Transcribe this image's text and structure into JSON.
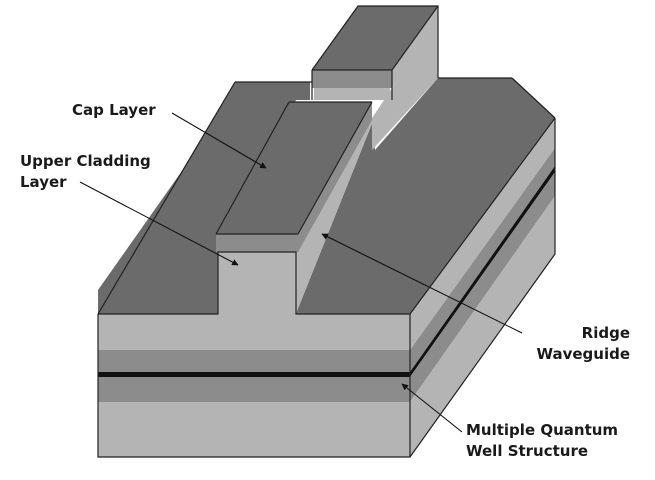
{
  "diagram": {
    "labels": {
      "cap_layer": "Cap Layer",
      "upper_cladding_line1": "Upper Cladding",
      "upper_cladding_line2": "Layer",
      "ridge_line1": "Ridge",
      "ridge_line2": "Waveguide",
      "mqw_line1": "Multiple Quantum",
      "mqw_line2": "Well Structure"
    },
    "colors": {
      "dark_gray": "#6b6b6b",
      "light_gray": "#b4b4b4",
      "medium_gray": "#8c8c8c",
      "black_band": "#111111",
      "background": "#ffffff"
    }
  }
}
